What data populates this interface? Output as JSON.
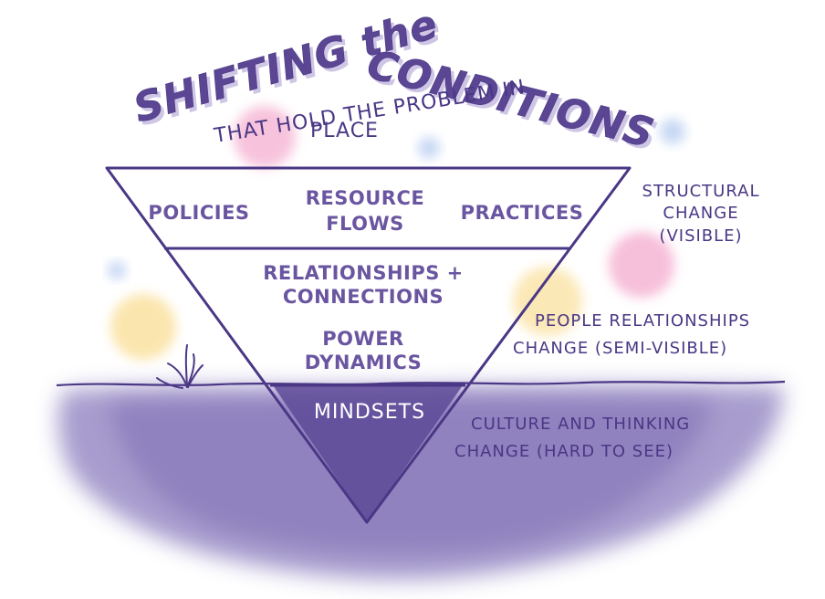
{
  "title": {
    "main_line1": "SHIFTING the",
    "main_line2": "CONDITIONS",
    "subtitle_line1": "THAT HOLD THE PROBLEM IN",
    "subtitle_line2": "PLACE"
  },
  "tiers": {
    "top": {
      "left": "POLICIES",
      "middle_line1": "RESOURCE",
      "middle_line2": "FLOWS",
      "right": "PRACTICES"
    },
    "middle": {
      "item1_line1": "RELATIONSHIPS +",
      "item1_line2": "CONNECTIONS",
      "item2_line1": "POWER",
      "item2_line2": "DYNAMICS"
    },
    "bottom": {
      "label": "MINDSETS"
    }
  },
  "side_labels": {
    "structural": {
      "line1": "STRUCTURAL",
      "line2": "CHANGE",
      "line3": "(VISIBLE)"
    },
    "relational": {
      "line1": "PEOPLE RELATIONSHIPS",
      "line2": "CHANGE (SEMI-VISIBLE)"
    },
    "transformative": {
      "line1": "CULTURE AND THINKING",
      "line2": "CHANGE  (HARD TO SEE)"
    }
  },
  "colors": {
    "ink": "#4a3785",
    "label_purple": "#6a55a0",
    "water": "#8a7bbd",
    "dot_pink": "#f6b9d6",
    "dot_yellow": "#fbe3a6",
    "dot_blue": "#c7d8f4"
  }
}
